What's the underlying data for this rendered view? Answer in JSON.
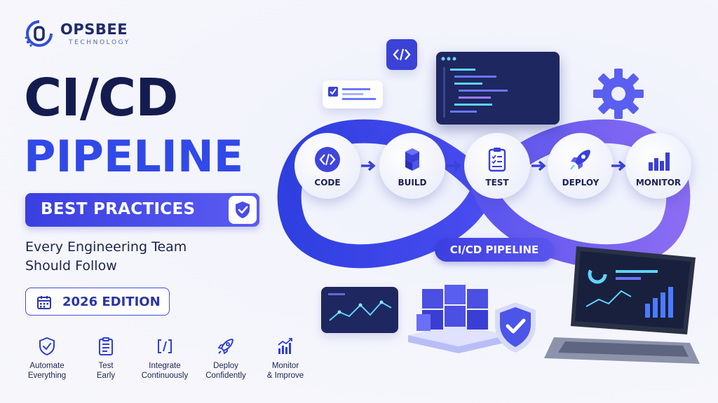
{
  "brand": {
    "name": "OPSBEE",
    "sub": "TECHNOLOGY"
  },
  "headline": {
    "line1": "CI/CD",
    "line2": "PIPELINE",
    "badge": "BEST PRACTICES",
    "subtitle": "Every Engineering Team Should Follow",
    "edition": "2026 EDITION"
  },
  "features": [
    {
      "label": "Automate\nEverything",
      "icon": "shield-check-icon"
    },
    {
      "label": "Test\nEarly",
      "icon": "clipboard-icon"
    },
    {
      "label": "Integrate\nContinuously",
      "icon": "code-icon"
    },
    {
      "label": "Deploy\nConfidently",
      "icon": "rocket-icon"
    },
    {
      "label": "Monitor\n& Improve",
      "icon": "bar-chart-icon"
    }
  ],
  "pipeline": {
    "label": "CI/CD PIPELINE",
    "stages": [
      {
        "label": "CODE",
        "icon": "code-icon"
      },
      {
        "label": "BUILD",
        "icon": "cubes-icon"
      },
      {
        "label": "TEST",
        "icon": "clipboard-icon"
      },
      {
        "label": "DEPLOY",
        "icon": "rocket-icon"
      },
      {
        "label": "MONITOR",
        "icon": "bar-chart-icon"
      }
    ]
  },
  "colors": {
    "navy": "#141c4f",
    "blue": "#3149e8",
    "violet": "#5b5cf2",
    "purple": "#8a6cf2"
  }
}
